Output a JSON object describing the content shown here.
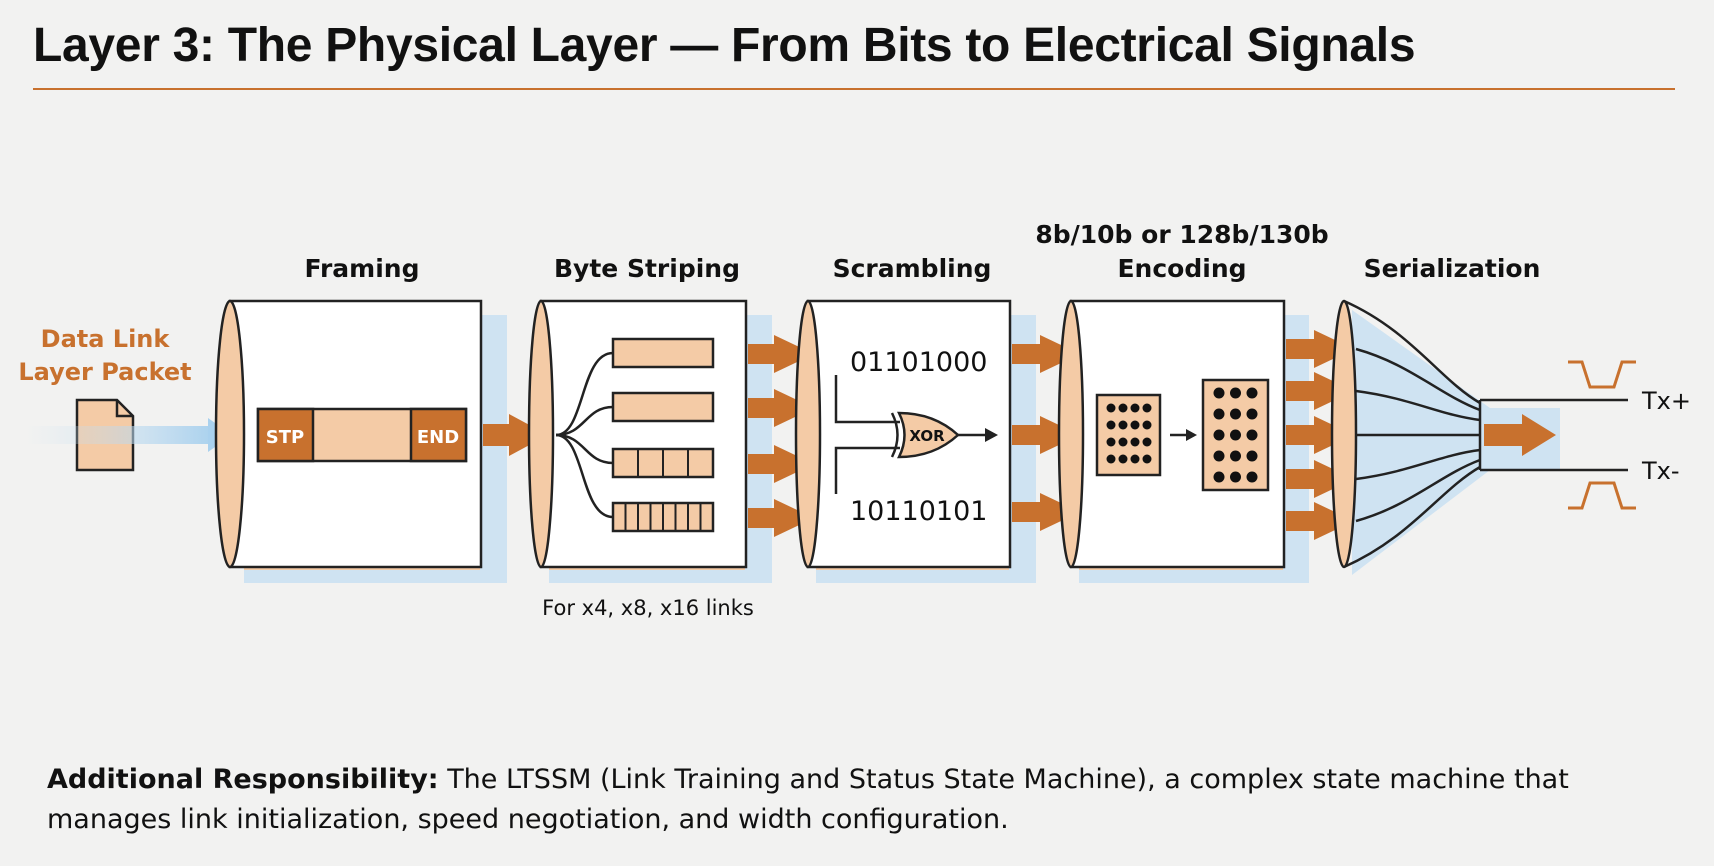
{
  "title": "Layer 3: The Physical Layer — From Bits to Electrical Signals",
  "colors": {
    "accent": "#c8712e",
    "stage_fill": "#f4cba6",
    "shadow": "#cfe3f2",
    "ink": "#111111",
    "panel": "#ffffff"
  },
  "input": {
    "label_line1": "Data Link",
    "label_line2": "Layer Packet",
    "icon": "document-icon"
  },
  "stages": {
    "framing": {
      "title": "Framing",
      "start_tag": "STP",
      "end_tag": "END"
    },
    "byte_striping": {
      "title": "Byte Striping",
      "note": "For x4, x8, x16 links"
    },
    "scrambling": {
      "title": "Scrambling",
      "input_bits": "01101000",
      "output_bits": "10110101",
      "gate_label": "XOR"
    },
    "encoding": {
      "title_line1": "8b/10b or 128b/130b",
      "title_line2": "Encoding"
    },
    "serialization": {
      "title": "Serialization",
      "output_pos": "Tx+",
      "output_neg": "Tx-"
    }
  },
  "footnote": {
    "label": "Additional Responsibility:",
    "text": " The LTSSM (Link Training and Status State Machine), a complex state machine that manages link initialization, speed negotiation, and width configuration."
  }
}
